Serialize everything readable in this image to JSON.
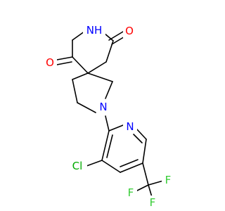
{
  "molecule": {
    "atoms": [
      {
        "id": "NH",
        "text": "NH",
        "color": "#0000ff"
      },
      {
        "id": "O_top",
        "text": "O",
        "color": "#ff0000"
      },
      {
        "id": "O_left",
        "text": "O",
        "color": "#ff0000"
      },
      {
        "id": "N_pyrrolidine",
        "text": "N",
        "color": "#0000ff"
      },
      {
        "id": "N_pyridine",
        "text": "N",
        "color": "#0000ff"
      },
      {
        "id": "Cl",
        "text": "Cl",
        "color": "#00aa00"
      },
      {
        "id": "F_1",
        "text": "F",
        "color": "#33cc33"
      },
      {
        "id": "F_2",
        "text": "F",
        "color": "#33cc33"
      },
      {
        "id": "F_3",
        "text": "F",
        "color": "#33cc33"
      }
    ],
    "bond_color": "#000000"
  }
}
